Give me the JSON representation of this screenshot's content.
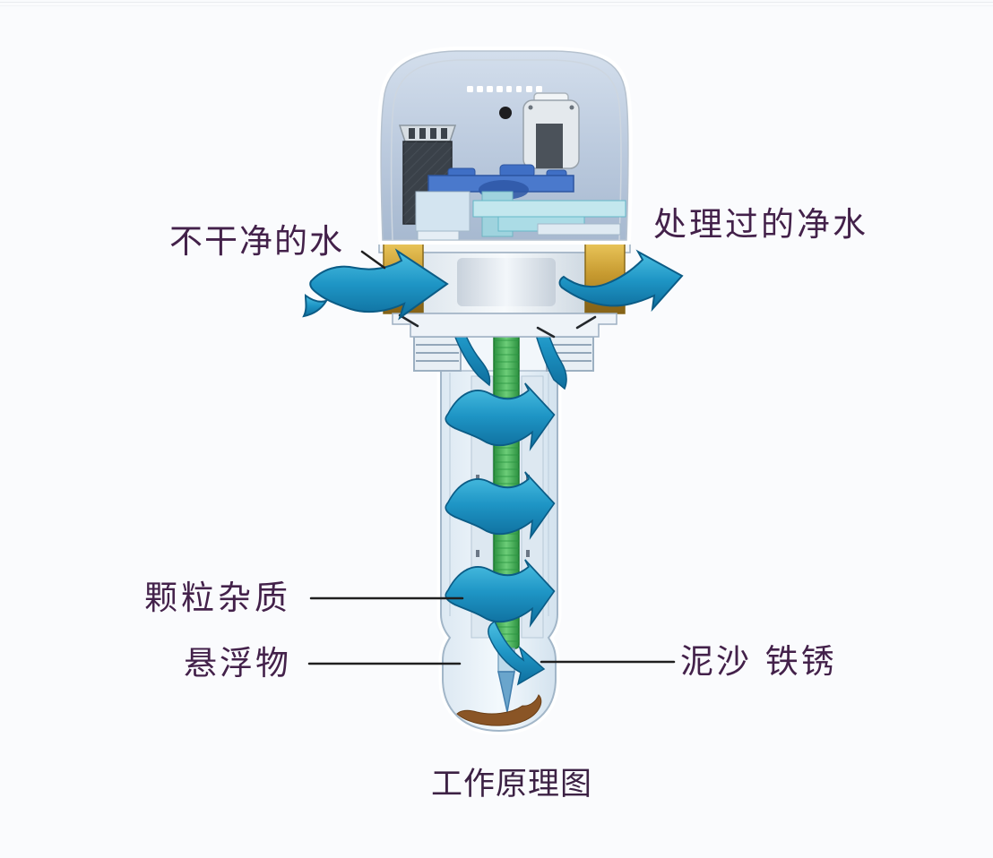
{
  "diagram": {
    "caption": "工作原理图",
    "labels": {
      "dirty_water": "不干净的水",
      "clean_water": "处理过的净水",
      "particulate_impurities": "颗粒杂质",
      "suspended_solids": "悬浮物",
      "sediment_rust": "泥沙 铁锈"
    },
    "colors": {
      "label_text": "#43214a",
      "flow_arrow_blue": "#1e95c5",
      "flow_arrow_dark": "#0b5c86",
      "filter_element_green": "#3fae57",
      "red_seal_band": "#c8352a",
      "brass_fitting": "#c6992f",
      "sediment_brown": "#8a5526",
      "housing_steel_blue": "#bccbde",
      "bowl_tint": "#e4eef6"
    }
  }
}
